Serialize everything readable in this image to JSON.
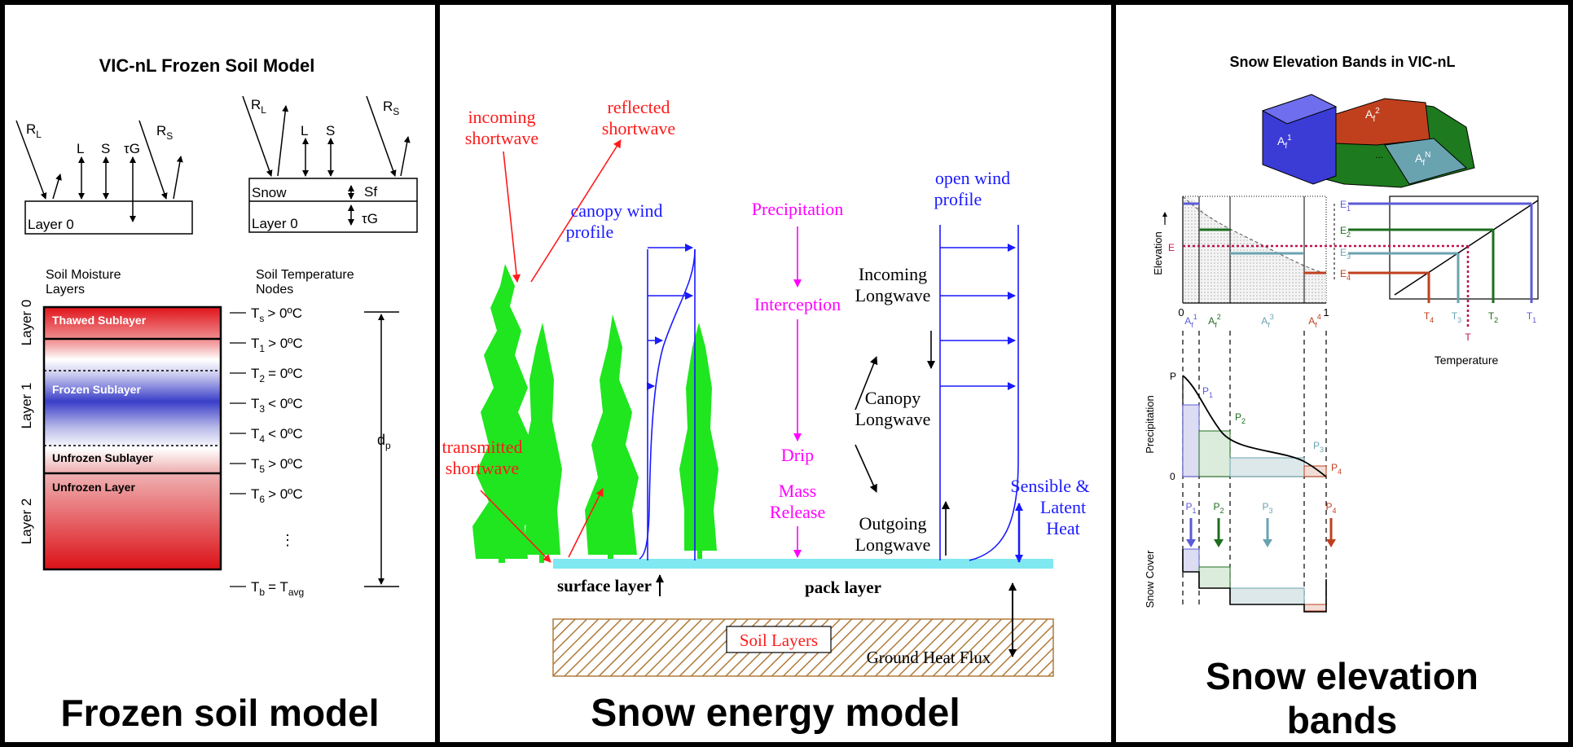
{
  "frozen": {
    "title": "VIC-nL Frozen Soil Model",
    "fluxes_a": [
      "L",
      "S",
      "τG"
    ],
    "fluxes_b": [
      "L",
      "S"
    ],
    "rl": "R",
    "rl_sub": "L",
    "rs": "R",
    "rs_sub": "S",
    "layer0": "Layer 0",
    "snow": "Snow",
    "sf": "Sf",
    "tg": "τG",
    "soil_moisture_title": [
      "Soil Moisture",
      "Layers"
    ],
    "soil_temp_title": [
      "Soil Temperature",
      "Nodes"
    ],
    "layers": [
      "Layer 0",
      "Layer 1",
      "Layer 2"
    ],
    "sublayers": [
      "Thawed Sublayer",
      "Frozen Sublayer",
      "Unfrozen Sublayer",
      "Unfrozen Layer"
    ],
    "nodes": [
      {
        "sym": "T",
        "sub": "s",
        "rel": "> 0ºC"
      },
      {
        "sym": "T",
        "sub": "1",
        "rel": "> 0ºC"
      },
      {
        "sym": "T",
        "sub": "2",
        "rel": "= 0ºC"
      },
      {
        "sym": "T",
        "sub": "3",
        "rel": "< 0ºC"
      },
      {
        "sym": "T",
        "sub": "4",
        "rel": "< 0ºC"
      },
      {
        "sym": "T",
        "sub": "5",
        "rel": "> 0ºC"
      },
      {
        "sym": "T",
        "sub": "6",
        "rel": "> 0ºC"
      }
    ],
    "ellipsis": "⋮",
    "tb": "T",
    "tb_sub": "b",
    "tb_eq": "= T",
    "tb_avg": "avg",
    "dp": "d",
    "dp_sub": "p",
    "caption": "Frozen soil model",
    "colors": {
      "warm": "#e2151a",
      "cold": "#2b2fc4"
    }
  },
  "energy": {
    "incoming_shortwave": [
      "incoming",
      "shortwave"
    ],
    "reflected_shortwave": [
      "reflected",
      "shortwave"
    ],
    "canopy_wind": [
      "canopy wind",
      "profile"
    ],
    "precipitation": "Precipitation",
    "interception": "Interception",
    "drip": "Drip",
    "mass_release": [
      "Mass",
      "Release"
    ],
    "open_wind": [
      "open wind",
      "profile"
    ],
    "incoming_longwave": [
      "Incoming",
      "Longwave"
    ],
    "canopy_longwave": [
      "Canopy",
      "Longwave"
    ],
    "outgoing_longwave": [
      "Outgoing",
      "Longwave"
    ],
    "transmitted_shortwave": [
      "transmitted",
      "shortwave"
    ],
    "sensible_latent": [
      "Sensible &",
      "Latent",
      "Heat"
    ],
    "surface_layer": "surface layer",
    "pack_layer": "pack layer",
    "soil_layers": "Soil Layers",
    "ground_heat_flux": "Ground Heat Flux",
    "caption": "Snow energy model",
    "colors": {
      "red": "#ff1a1a",
      "blue": "#1a1aff",
      "magenta": "#ff00ff",
      "tree": "#1fe61f",
      "surface": "#7fe8f0"
    }
  },
  "bands": {
    "title": "Snow Elevation Bands in VIC-nL",
    "block_labels": [
      {
        "main": "A",
        "sub": "f",
        "sup": "1"
      },
      {
        "main": "A",
        "sub": "f",
        "sup": "2"
      },
      {
        "main": "A",
        "sub": "f",
        "sup": "N"
      },
      {
        "main": "...",
        "sub": "",
        "sup": ""
      }
    ],
    "elev_axis": "Elevation",
    "e_label": "E",
    "e_levels": [
      {
        "main": "E",
        "sub": "1"
      },
      {
        "main": "E",
        "sub": "2"
      },
      {
        "main": "E",
        "sub": "3"
      },
      {
        "main": "E",
        "sub": "4"
      }
    ],
    "x_ticks": [
      "0",
      "1"
    ],
    "area_labels": [
      {
        "main": "A",
        "sub": "f",
        "sup": "1"
      },
      {
        "main": "A",
        "sub": "f",
        "sup": "2"
      },
      {
        "main": "A",
        "sub": "f",
        "sup": "3"
      },
      {
        "main": "A",
        "sub": "f",
        "sup": "4"
      }
    ],
    "t_labels": [
      {
        "main": "T",
        "sub": "4"
      },
      {
        "main": "T",
        "sub": "3"
      },
      {
        "main": "T",
        "sub": "2"
      },
      {
        "main": "T",
        "sub": "1"
      }
    ],
    "t_mark": "T",
    "temp_axis": "Temperature",
    "precip_axis": "Precipitation",
    "p_label": "P",
    "p_zero": "0",
    "p_levels": [
      {
        "main": "P",
        "sub": "1"
      },
      {
        "main": "P",
        "sub": "2"
      },
      {
        "main": "P",
        "sub": "3"
      },
      {
        "main": "P",
        "sub": "4"
      }
    ],
    "snow_axis": "Snow Cover",
    "caption": [
      "Snow elevation",
      "bands"
    ],
    "colors": {
      "b1": "#5b5bd6",
      "b2": "#1e6e1e",
      "b3": "#6aa3b0",
      "b4": "#c0401e",
      "e": "#c0104a"
    }
  }
}
